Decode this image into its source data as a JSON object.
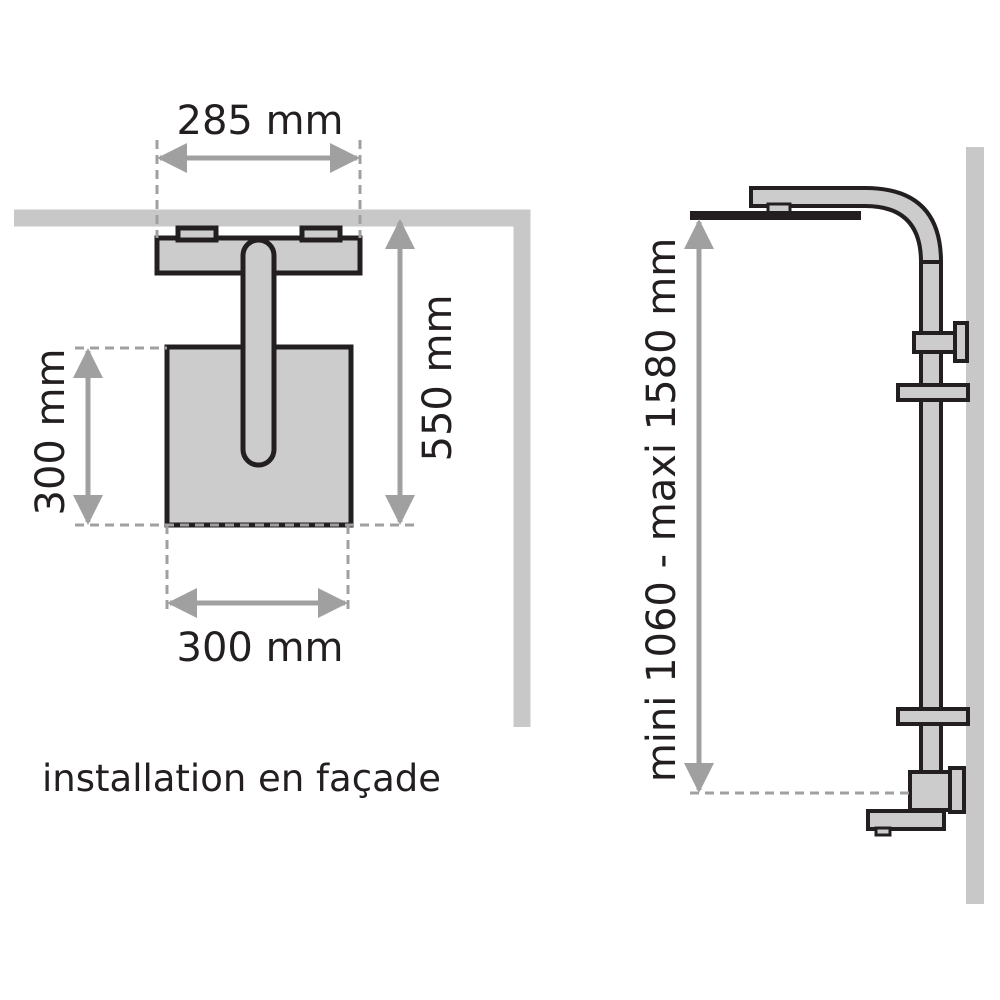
{
  "colors": {
    "wall": "#c8c8c8",
    "outline": "#231f20",
    "fill": "#cccccc",
    "dimension": "#a0a0a0",
    "text": "#231f20"
  },
  "front_view": {
    "top_width_label": "285 mm",
    "height_label": "550 mm",
    "head_height_label": "300 mm",
    "head_width_label": "300 mm",
    "caption": "installation en façade"
  },
  "side_view": {
    "height_range_label": "mini 1060 - maxi 1580 mm"
  }
}
